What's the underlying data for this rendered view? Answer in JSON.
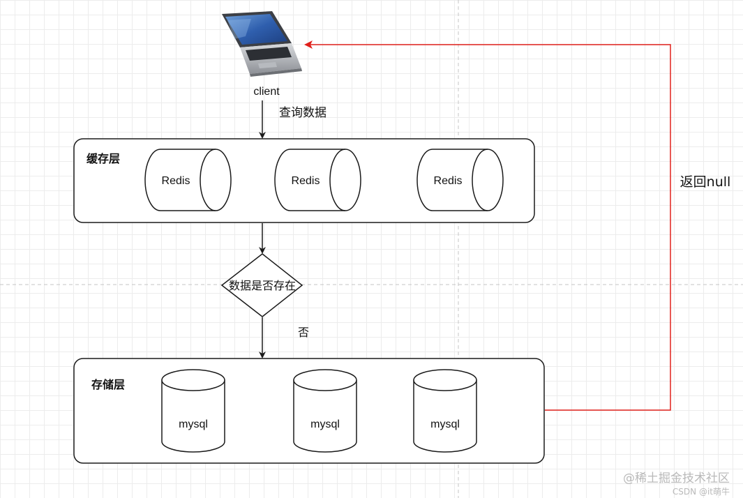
{
  "client": {
    "label": "client",
    "icon": "laptop-icon"
  },
  "edges": {
    "query_label": "查询数据",
    "no_label": "否",
    "return_label": "返回null"
  },
  "cache_layer": {
    "title": "缓存层",
    "nodes": [
      "Redis",
      "Redis",
      "Redis"
    ]
  },
  "decision": {
    "label": "数据是否存在"
  },
  "storage_layer": {
    "title": "存储层",
    "nodes": [
      "mysql",
      "mysql",
      "mysql"
    ]
  },
  "watermark": {
    "primary": "@稀土掘金技术社区",
    "secondary": "CSDN @it萌牛"
  },
  "colors": {
    "stroke": "#1a1a1a",
    "return_arrow": "#e0201b",
    "grid_line": "#ececec",
    "guide_line": "#c4c4c4"
  }
}
